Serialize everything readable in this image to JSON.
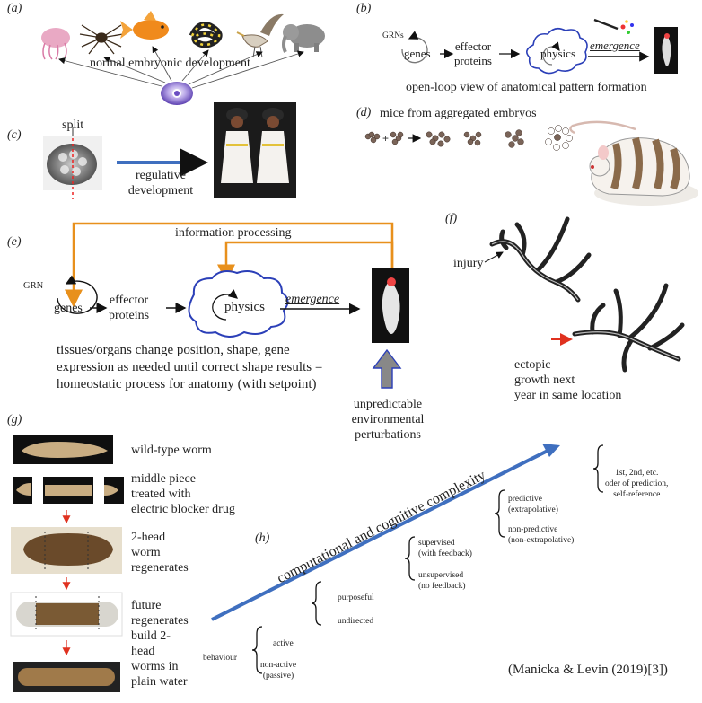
{
  "panel_labels": {
    "a": "(a)",
    "b": "(b)",
    "c": "(c)",
    "d": "(d)",
    "e": "(e)",
    "f": "(f)",
    "g": "(g)",
    "h": "(h)"
  },
  "a": {
    "caption": "normal embryonic development"
  },
  "b": {
    "grns": "GRNs",
    "genes": "genes",
    "effector": "effector\nproteins",
    "physics": "physics",
    "emergence": "emergence",
    "caption": "open-loop view of anatomical pattern formation"
  },
  "c": {
    "split": "split",
    "caption": "regulative\ndevelopment"
  },
  "d": {
    "caption": "mice from aggregated embryos"
  },
  "e": {
    "info": "information processing",
    "grn": "GRN",
    "genes": "genes",
    "effector": "effector\nproteins",
    "physics": "physics",
    "emergence": "emergence",
    "caption": "tissues/organs change position, shape, gene\nexpression as needed until correct shape results =\nhomeostatic process for anatomy (with setpoint)",
    "perturb": "unpredictable\nenvironmental\nperturbations"
  },
  "f": {
    "injury": "injury",
    "ectopic": "ectopic\ngrowth next\nyear in same location"
  },
  "g": {
    "s1": "wild-type worm",
    "s2": "middle piece\ntreated with\nelectric blocker drug",
    "s3": "2-head\nworm\nregenerates",
    "s4": "future\nregenerates\nbuild 2-\nhead\nworms in\nplain water"
  },
  "h": {
    "axis": "computational and cognitive complexity",
    "behaviour": "behaviour",
    "active": "active",
    "nonactive": "non-active\n(passive)",
    "purposeful": "purposeful",
    "undirected": "undirected",
    "supervised": "supervised\n(with feedback)",
    "unsupervised": "unsupervised\n(no feedback)",
    "predictive": "predictive\n(extrapolative)",
    "nonpredictive": "non-predictive\n(non-extrapolative)",
    "orders": "1st, 2nd, etc.\noder of prediction,\nself-reference"
  },
  "citation": "(Manicka & Levin (2019)[3])",
  "colors": {
    "orange": "#E8901C",
    "blue": "#3F6FBF",
    "cloud": "#2B3FB8",
    "red": "#E0311F"
  }
}
